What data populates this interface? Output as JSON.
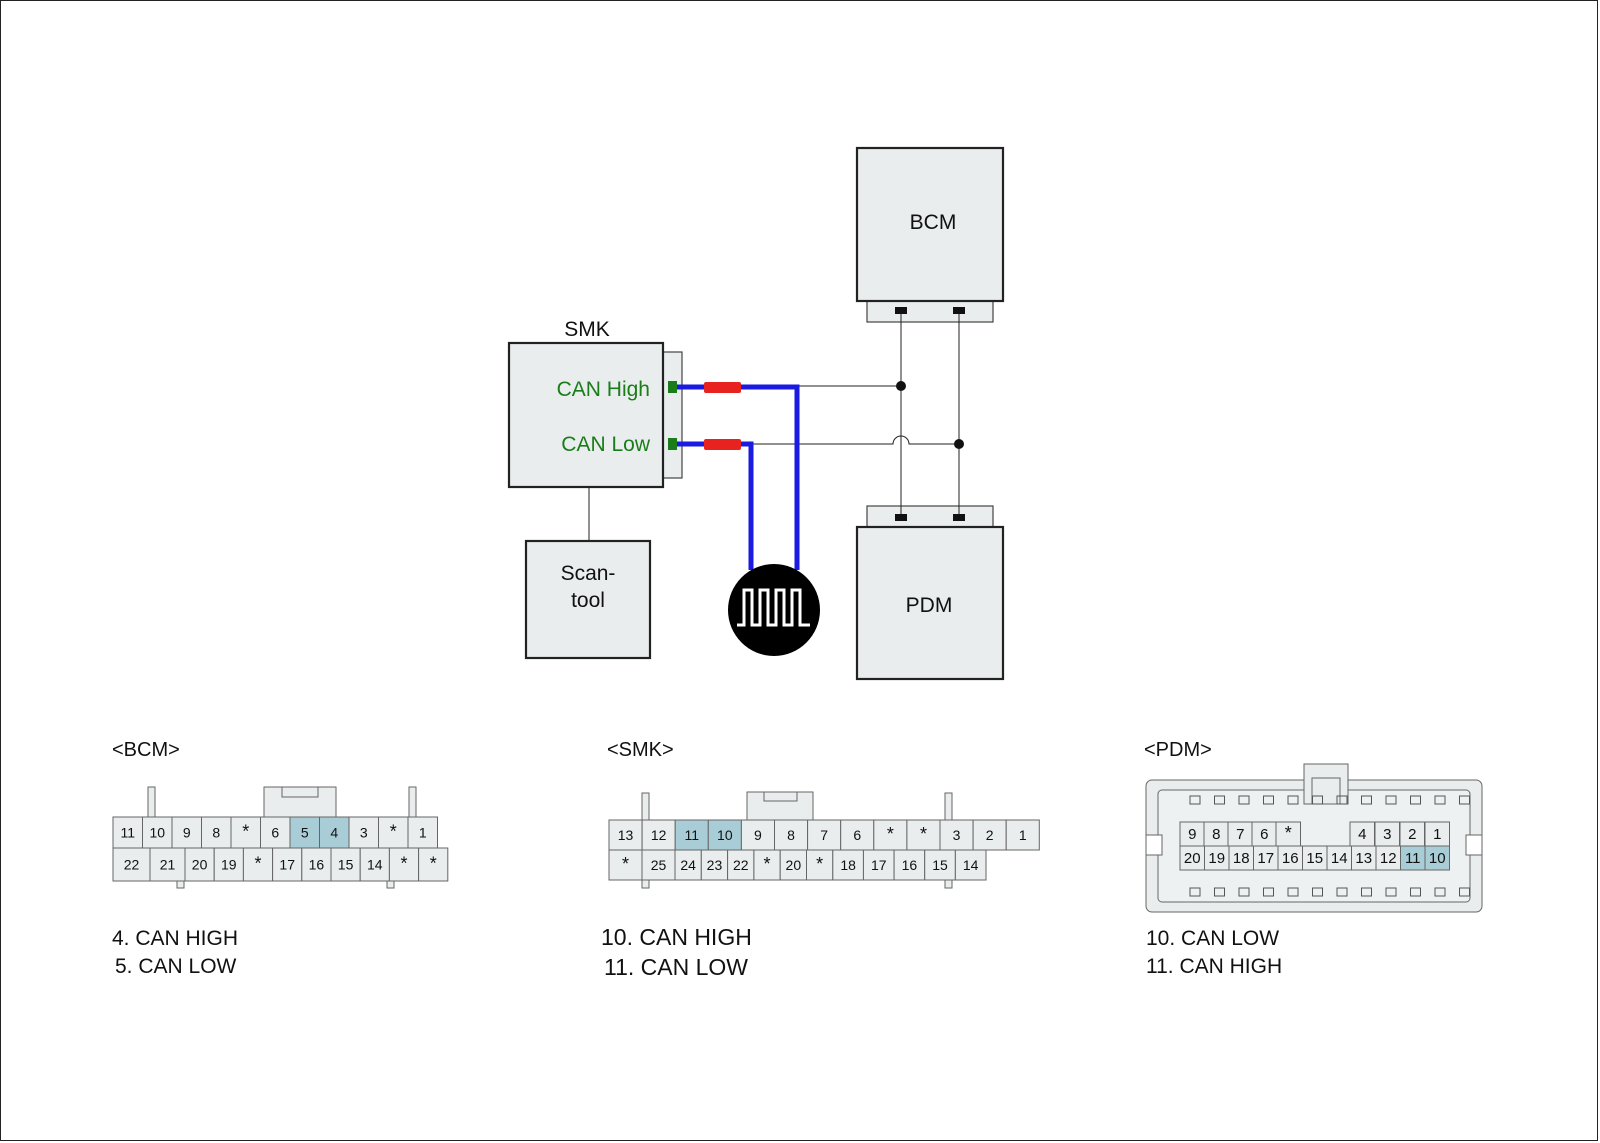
{
  "modules": {
    "bcm": "BCM",
    "pdm": "PDM",
    "smk": "SMK",
    "scan_line1": "Scan-",
    "scan_line2": "tool",
    "can_high": "CAN High",
    "can_low": "CAN Low"
  },
  "connectors": {
    "bcm": {
      "header": "<BCM>",
      "top_row": [
        "11",
        "10",
        "9",
        "8",
        "*",
        "6",
        "5",
        "4",
        "3",
        "*",
        "1"
      ],
      "bottom_row": [
        "22",
        "21",
        "20",
        "19",
        "*",
        "17",
        "16",
        "15",
        "14",
        "*",
        "*"
      ],
      "highlighted": [
        "5",
        "4"
      ],
      "legend": [
        "4. CAN HIGH",
        "5. CAN LOW"
      ]
    },
    "smk": {
      "header": "<SMK>",
      "top_row": [
        "13",
        "12",
        "11",
        "10",
        "9",
        "8",
        "7",
        "6",
        "*",
        "*",
        "3",
        "2",
        "1"
      ],
      "bottom_row": [
        "*",
        "25",
        "24",
        "23",
        "22",
        "*",
        "20",
        "*",
        "18",
        "17",
        "16",
        "15",
        "14"
      ],
      "highlighted": [
        "11",
        "10"
      ],
      "legend": [
        "10. CAN HIGH",
        "11. CAN LOW"
      ]
    },
    "pdm": {
      "header": "<PDM>",
      "top_row": [
        "9",
        "8",
        "7",
        "6",
        "*",
        "",
        "",
        "4",
        "3",
        "2",
        "1"
      ],
      "bottom_row": [
        "20",
        "19",
        "18",
        "17",
        "16",
        "15",
        "14",
        "13",
        "12",
        "11",
        "10"
      ],
      "highlighted": [
        "11",
        "10"
      ],
      "legend": [
        "10. CAN LOW",
        "11. CAN HIGH"
      ]
    }
  },
  "colors": {
    "module_fill": "#e9eded",
    "can_wire": "#1a1ae0",
    "probe": "#e8221e",
    "highlight_pin": "#a9cdd7",
    "label_green": "#1a7d1a"
  }
}
